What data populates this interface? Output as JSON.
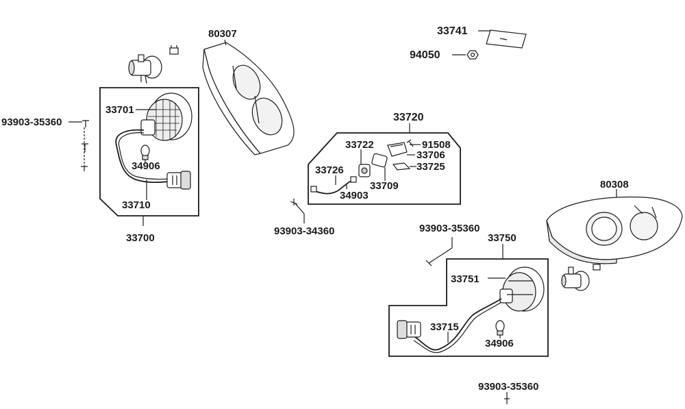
{
  "parts": {
    "p33741": "33741",
    "p94050": "94050",
    "p80307": "80307",
    "p33701": "33701",
    "p93903_35360_a": "93903-35360",
    "p34906_a": "34906",
    "p33710": "33710",
    "p33700": "33700",
    "p33720": "33720",
    "p33722": "33722",
    "p91508": "91508",
    "p33706": "33706",
    "p33726": "33726",
    "p33725": "33725",
    "p33709": "33709",
    "p34903": "34903",
    "p93903_34360": "93903-34360",
    "p80308": "80308",
    "p93903_35360_b": "93903-35360",
    "p33750": "33750",
    "p33751": "33751",
    "p33715": "33715",
    "p34906_b": "34906",
    "p93903_35360_c": "93903-35360"
  },
  "colors": {
    "ink": "#1a1a1a",
    "shade": "#9a9a9a",
    "background": "#ffffff"
  }
}
